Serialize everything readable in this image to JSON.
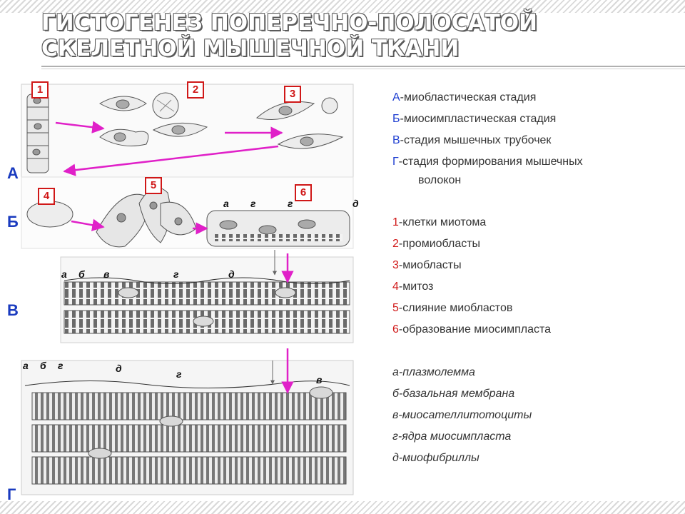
{
  "title": {
    "line1": "ГИСТОГЕНЕЗ ПОПЕРЕЧНО-ПОЛОСАТОЙ",
    "line2": "СКЕЛЕТНОЙ  МЫШЕЧНОЙ ТКАНИ"
  },
  "stages": [
    "А",
    "Б",
    "В",
    "Г"
  ],
  "figure_numbers": [
    "1",
    "2",
    "3",
    "4",
    "5",
    "6"
  ],
  "figure_letters": {
    "row6": [
      "а",
      "г",
      "г",
      "д"
    ],
    "rowV": [
      "а",
      "б",
      "в",
      "г",
      "д"
    ],
    "rowG": [
      "а",
      "б",
      "г",
      "д",
      "г",
      "в"
    ]
  },
  "legend": {
    "stages": [
      {
        "key": "А",
        "text": "-миобластическая стадия"
      },
      {
        "key": "Б",
        "text": "-миосимпластическая стадия"
      },
      {
        "key": "В",
        "text": "-стадия мышечных трубочек"
      },
      {
        "key": "Г",
        "text": "-стадия формирования мышечных"
      }
    ],
    "stage_g_cont": "волокон",
    "numbers": [
      {
        "key": "1",
        "text": "-клетки миотома"
      },
      {
        "key": "2",
        "text": "-промиобласты"
      },
      {
        "key": "3",
        "text": "-миобласты"
      },
      {
        "key": "4",
        "text": "-митоз"
      },
      {
        "key": "5",
        "text": "-слияние миобластов"
      },
      {
        "key": "6",
        "text": "-образование миосимпласта"
      }
    ],
    "letters": [
      "а-плазмолемма",
      "б-базальная мембрана",
      "в-миосателлитотоциты",
      "г-ядра миосимпласта",
      "д-миофибриллы"
    ]
  },
  "colors": {
    "stage_letter": "#1a3bbf",
    "number_box": "#d01818",
    "arrow": "#e020c8",
    "legend_blue": "#1f3fd1",
    "legend_red": "#d01818"
  }
}
